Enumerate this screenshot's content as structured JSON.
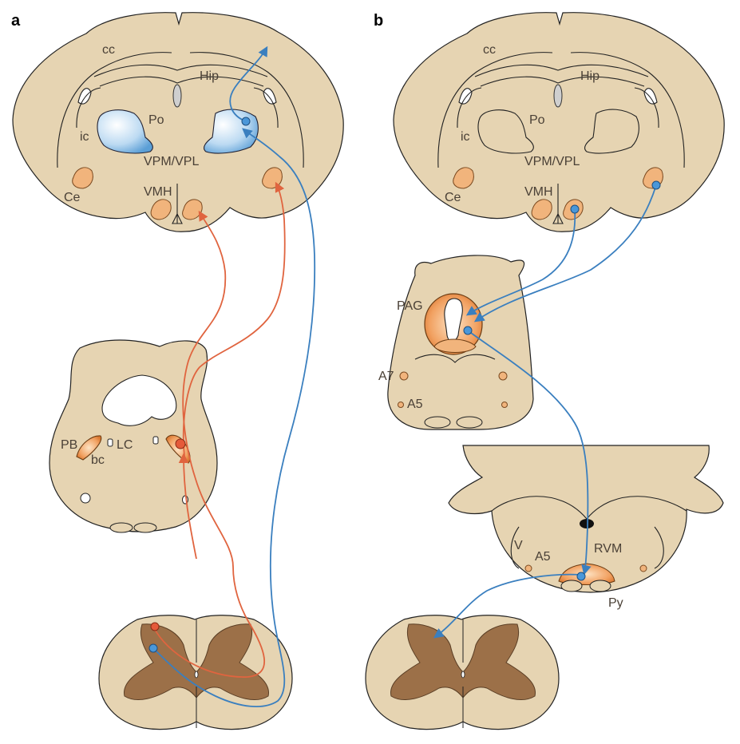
{
  "panels": {
    "a": {
      "label": "a",
      "brain_labels": {
        "cc": "cc",
        "hip": "Hip",
        "po": "Po",
        "ic": "ic",
        "vpm": "VPM/VPL",
        "ce": "Ce",
        "vmh": "VMH"
      },
      "pons_labels": {
        "pb": "PB",
        "lc": "LC",
        "bc": "bc"
      }
    },
    "b": {
      "label": "b",
      "brain_labels": {
        "cc": "cc",
        "hip": "Hip",
        "po": "Po",
        "ic": "ic",
        "vpm": "VPM/VPL",
        "ce": "Ce",
        "vmh": "VMH"
      },
      "midbrain_labels": {
        "pag": "PAG",
        "a7": "A7",
        "a5": "A5"
      },
      "medulla_labels": {
        "v": "V",
        "a5": "A5",
        "rvm": "RVM",
        "py": "Py"
      }
    }
  },
  "colors": {
    "tissue": "#e6d4b2",
    "grey_matter": "#9c7048",
    "ascending_pathway": "#e0643f",
    "spinothalamic_pathway": "#3a7fbf",
    "nucleus_orange": "#f1a060",
    "thalamus_blue": "#7cb3e0"
  }
}
